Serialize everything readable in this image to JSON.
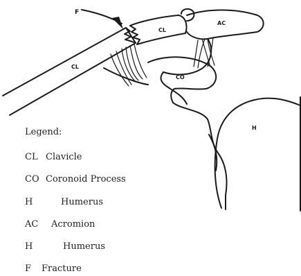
{
  "diagram": {
    "labels": {
      "fracture": "F",
      "clavicle_left": "CL",
      "clavicle_right": "CL",
      "acromion": "AC",
      "coronoid": "CO",
      "humerus": "H"
    }
  },
  "legend": {
    "title": "Legend:",
    "items": [
      {
        "abbr": "CL",
        "desc": "Clavicle"
      },
      {
        "abbr": "CO",
        "desc": "Coronoid Process"
      },
      {
        "abbr": "H",
        "desc": "Humerus"
      },
      {
        "abbr": "AC",
        "desc": "Acromion"
      },
      {
        "abbr": "H",
        "desc": "Humerus"
      },
      {
        "abbr": "F",
        "desc": "Fracture"
      }
    ]
  }
}
